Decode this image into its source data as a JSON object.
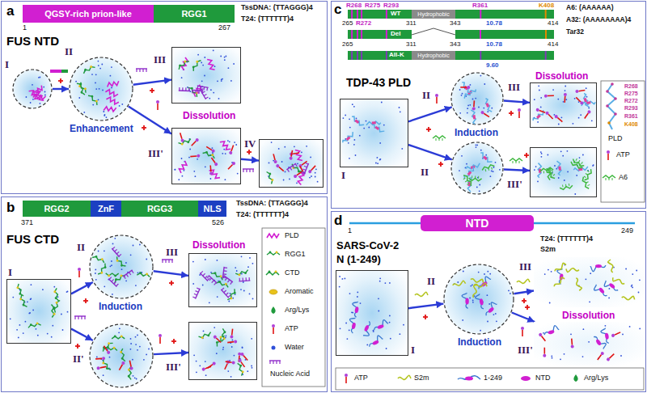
{
  "diagram": {
    "nodes": [
      {
        "text": [
          "a"
        ]
      },
      {
        "text": [
          "QGSY-rich prion-like"
        ],
        "in": 0
      },
      {
        "text": [
          "RGG1"
        ],
        "in": 0
      },
      {
        "text": [
          "I"
        ],
        "in": 0
      },
      {
        "text": [
          "II",
          "Enhancement"
        ],
        "in": 0
      },
      {
        "text": [
          "III"
        ],
        "in": 0
      },
      {
        "text": [
          "III'"
        ],
        "in": 0
      },
      {
        "text": [
          "IV"
        ],
        "in": 0
      },
      {
        "text": [
          "b"
        ]
      },
      {
        "text": [
          "RGG2"
        ],
        "in": 8
      },
      {
        "text": [
          "ZnF"
        ],
        "in": 8
      },
      {
        "text": [
          "RGG3"
        ],
        "in": 8
      },
      {
        "text": [
          "NLS"
        ],
        "in": 8
      },
      {
        "text": [
          "I"
        ],
        "in": 8
      },
      {
        "text": [
          "II",
          "Induction"
        ],
        "in": 8
      },
      {
        "text": [
          "II'"
        ],
        "in": 8
      },
      {
        "text": [
          "Dissolution",
          "III"
        ],
        "in": 8
      },
      {
        "text": [
          "III'"
        ],
        "in": 8
      },
      {
        "text": [
          "c"
        ]
      },
      {
        "text": [
          "WT"
        ],
        "in": 18
      },
      {
        "text": [
          "Hydrophobic"
        ],
        "in": 19
      },
      {
        "text": [
          "Del"
        ],
        "in": 18
      },
      {
        "text": [
          "All-K"
        ],
        "in": 18
      },
      {
        "text": [
          "Hydrophobic"
        ],
        "in": 22
      },
      {
        "text": [
          "I"
        ],
        "in": 18
      },
      {
        "text": [
          "II",
          "Induction"
        ],
        "in": 18
      },
      {
        "text": [
          "Dissolution",
          "III"
        ],
        "in": 18
      },
      {
        "text": [
          "II"
        ],
        "in": 18
      },
      {
        "text": [
          "III'"
        ],
        "in": 18
      },
      {
        "text": [
          "d"
        ]
      },
      {
        "text": [
          "NTD"
        ],
        "in": 29
      },
      {
        "text": [
          "I"
        ],
        "in": 29
      },
      {
        "text": [
          "II",
          "Induction"
        ],
        "in": 29
      },
      {
        "text": [
          "III"
        ],
        "in": 29
      },
      {
        "text": [
          "III'"
        ],
        "in": 29
      }
    ],
    "edges": [
      {
        "from": 3,
        "to": 4,
        "arrow": "to"
      },
      {
        "from": 4,
        "to": 5,
        "arrow": "to"
      },
      {
        "from": 4,
        "to": 6,
        "arrow": "to"
      },
      {
        "from": 6,
        "to": 7,
        "arrow": "to"
      },
      {
        "from": 13,
        "to": 14,
        "arrow": "to"
      },
      {
        "from": 14,
        "to": 16,
        "arrow": "to"
      },
      {
        "from": 13,
        "to": 15,
        "arrow": "to"
      },
      {
        "from": 15,
        "to": 17,
        "arrow": "to"
      },
      {
        "from": 24,
        "to": 25,
        "arrow": "to"
      },
      {
        "from": 25,
        "to": 26,
        "arrow": "to"
      },
      {
        "from": 24,
        "to": 27,
        "arrow": "to"
      },
      {
        "from": 27,
        "to": 28,
        "arrow": "to"
      },
      {
        "from": 31,
        "to": 32,
        "arrow": "to"
      },
      {
        "from": 32,
        "to": 33,
        "arrow": "to"
      },
      {
        "from": 32,
        "to": 34,
        "arrow": "to"
      }
    ],
    "labels": [
      "1",
      "267",
      "TssDNA: (TTAGGG)4",
      "T24: (TTTTTT)4",
      "FUS NTD",
      "Dissolution",
      "371",
      "526",
      "TssDNA: (TTAGGG)4",
      "T24: (TTTTTT)4",
      "FUS CTD",
      "R268",
      "R275",
      "R293",
      "R361",
      "K408",
      "265",
      "R272",
      "311",
      "343",
      "10.78",
      "414",
      "265",
      "311",
      "343",
      "10.78",
      "414",
      "9.60",
      "A6: (AAAAAA)",
      "A32: (AAAAAAAA)4",
      "Tar32",
      "TDP-43 PLD",
      "R268",
      "R275",
      "R272",
      "R293",
      "R361",
      "K408",
      "1",
      "249",
      "T24: (TTTTTT)4",
      "S2m",
      "SARS-CoV-2",
      "N (1-249)",
      "Dissolution"
    ],
    "legend": [
      {
        "text": "PLD"
      },
      {
        "text": "RGG1"
      },
      {
        "text": "CTD"
      },
      {
        "text": "Aromatic"
      },
      {
        "text": "Arg/Lys"
      },
      {
        "text": "ATP"
      },
      {
        "text": "Water"
      },
      {
        "text": "Nucleic Acid"
      },
      {
        "text": "PLD"
      },
      {
        "text": "ATP"
      },
      {
        "text": "A6"
      },
      {
        "text": "ATP"
      },
      {
        "text": "S2m"
      },
      {
        "text": "1-249"
      },
      {
        "text": "NTD"
      },
      {
        "text": "Arg/Lys"
      }
    ]
  }
}
